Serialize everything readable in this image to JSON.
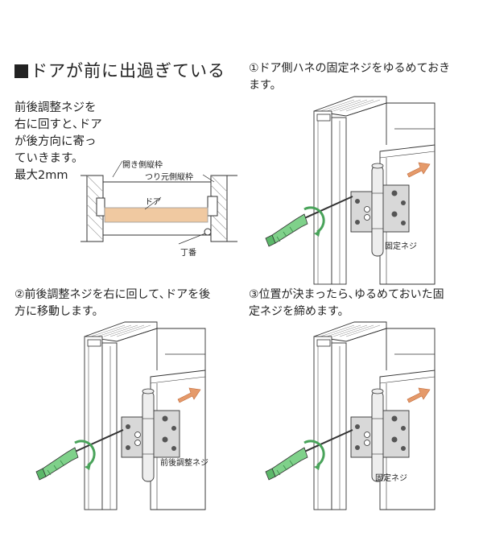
{
  "title": "ドアが前に出過ぎている",
  "intro": {
    "lines": [
      "前後調整ネジを",
      "右に回すと､ドア",
      "が後方向に寄っ",
      "ていきます。",
      "最大2mm"
    ]
  },
  "plan": {
    "labels": {
      "open_side_stile": "開き側縦枠",
      "hinge_side_stile": "つり元側縦枠",
      "door": "ドア",
      "hinge": "丁番"
    }
  },
  "steps": [
    {
      "line1": "①ドア側ハネの固定ネジをゆるめておき",
      "line2": "ます。",
      "label": "固定ネジ"
    },
    {
      "line1": "②前後調整ネジを右に回して､ドアを後",
      "line2": "方に移動します。",
      "label": "前後調整ネジ"
    },
    {
      "line1": "③位置が決まったら､ゆるめておいた固",
      "line2": "定ネジを締めます。",
      "label": "固定ネジ"
    }
  ],
  "colors": {
    "door_fill": "#f0c9a1",
    "driver_green": "#7fd18a",
    "arrow_orange": "#e59a6a",
    "plate_gray": "#d8d8d8"
  }
}
